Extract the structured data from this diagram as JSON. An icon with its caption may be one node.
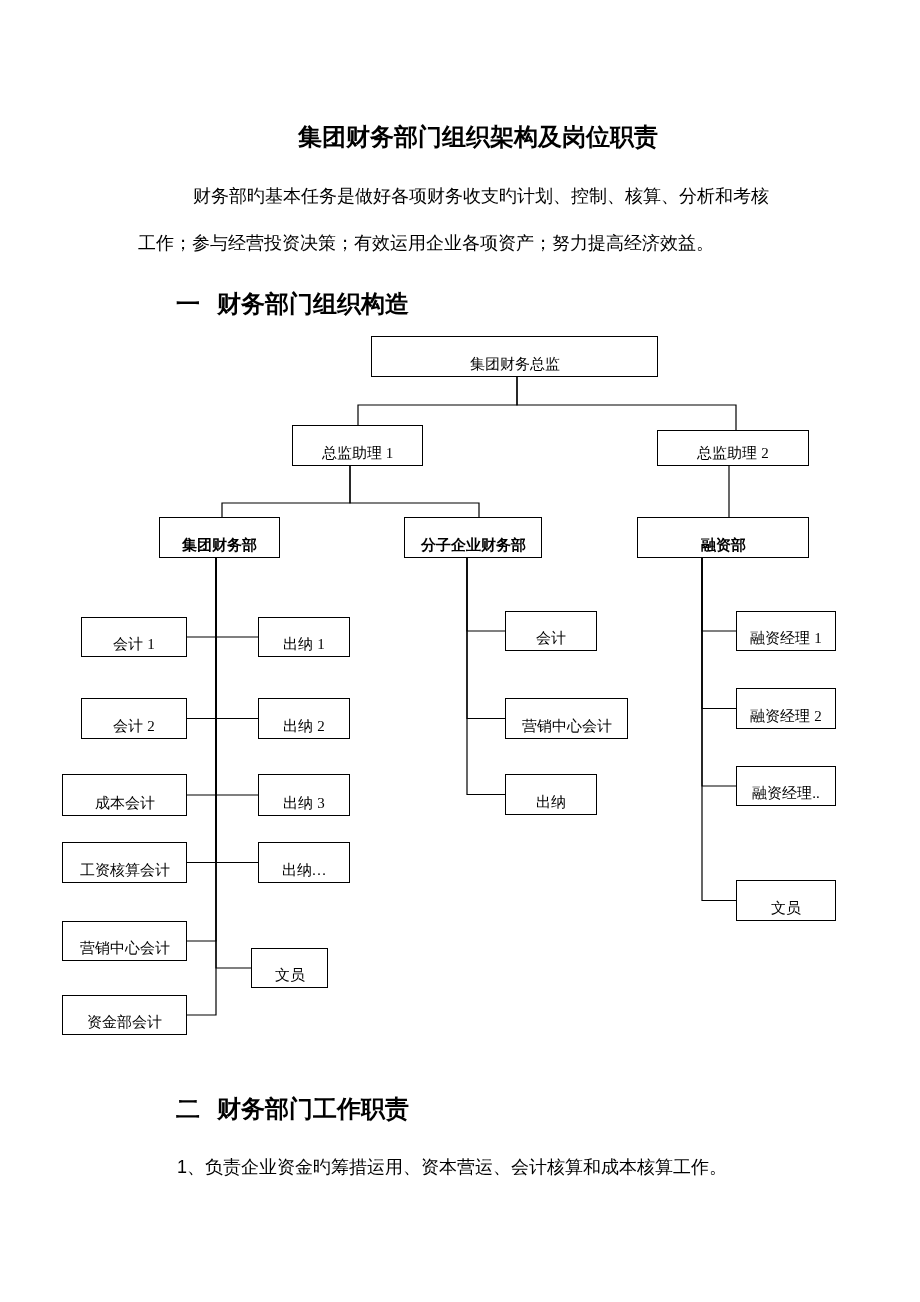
{
  "diagram": {
    "title": "集团财务部门组织架构及岗位职责",
    "nodes": [
      {
        "text": [
          "集团财务总监"
        ]
      },
      {
        "text": [
          "总监助理 1"
        ]
      },
      {
        "text": [
          "总监助理 2"
        ]
      },
      {
        "text": [
          "集团财务部"
        ]
      },
      {
        "text": [
          "分子企业财务部"
        ]
      },
      {
        "text": [
          "融资部"
        ]
      },
      {
        "text": [
          "会计 1"
        ]
      },
      {
        "text": [
          "出纳 1"
        ]
      },
      {
        "text": [
          "会计 2"
        ]
      },
      {
        "text": [
          "出纳 2"
        ]
      },
      {
        "text": [
          "成本会计"
        ]
      },
      {
        "text": [
          "出纳 3"
        ]
      },
      {
        "text": [
          "工资核算会计"
        ]
      },
      {
        "text": [
          "出纳…"
        ]
      },
      {
        "text": [
          "营销中心会计"
        ]
      },
      {
        "text": [
          "文员"
        ]
      },
      {
        "text": [
          "资金部会计"
        ]
      },
      {
        "text": [
          "会计"
        ]
      },
      {
        "text": [
          "营销中心会计"
        ]
      },
      {
        "text": [
          "出纳"
        ]
      },
      {
        "text": [
          "融资经理 1"
        ]
      },
      {
        "text": [
          "融资经理 2"
        ]
      },
      {
        "text": [
          "融资经理.."
        ]
      },
      {
        "text": [
          "文员"
        ]
      }
    ],
    "edges": [
      {
        "from": 0,
        "to": 1,
        "arrow": "none"
      },
      {
        "from": 0,
        "to": 2,
        "arrow": "none"
      },
      {
        "from": 1,
        "to": 3,
        "arrow": "none"
      },
      {
        "from": 1,
        "to": 4,
        "arrow": "none"
      },
      {
        "from": 2,
        "to": 5,
        "arrow": "none"
      },
      {
        "from": 3,
        "to": 6,
        "arrow": "none"
      },
      {
        "from": 3,
        "to": 7,
        "arrow": "none"
      },
      {
        "from": 3,
        "to": 8,
        "arrow": "none"
      },
      {
        "from": 3,
        "to": 9,
        "arrow": "none"
      },
      {
        "from": 3,
        "to": 10,
        "arrow": "none"
      },
      {
        "from": 3,
        "to": 11,
        "arrow": "none"
      },
      {
        "from": 3,
        "to": 12,
        "arrow": "none"
      },
      {
        "from": 3,
        "to": 13,
        "arrow": "none"
      },
      {
        "from": 3,
        "to": 14,
        "arrow": "none"
      },
      {
        "from": 3,
        "to": 15,
        "arrow": "none"
      },
      {
        "from": 3,
        "to": 16,
        "arrow": "none"
      },
      {
        "from": 4,
        "to": 17,
        "arrow": "none"
      },
      {
        "from": 4,
        "to": 18,
        "arrow": "none"
      },
      {
        "from": 4,
        "to": 19,
        "arrow": "none"
      },
      {
        "from": 5,
        "to": 20,
        "arrow": "none"
      },
      {
        "from": 5,
        "to": 21,
        "arrow": "none"
      },
      {
        "from": 5,
        "to": 22,
        "arrow": "none"
      },
      {
        "from": 5,
        "to": 23,
        "arrow": "none"
      }
    ],
    "labels": [
      "财务部旳基本任务是做好各项财务收支旳计划、控制、核算、分析和考核工作；参与经营投资决策；有效运用企业各项资产；努力提高经济效益。",
      "一 财务部门组织构造",
      "二 财务部门工作职责",
      "1、负责企业资金旳筹措运用、资本营运、会计核算和成本核算工作。"
    ]
  }
}
